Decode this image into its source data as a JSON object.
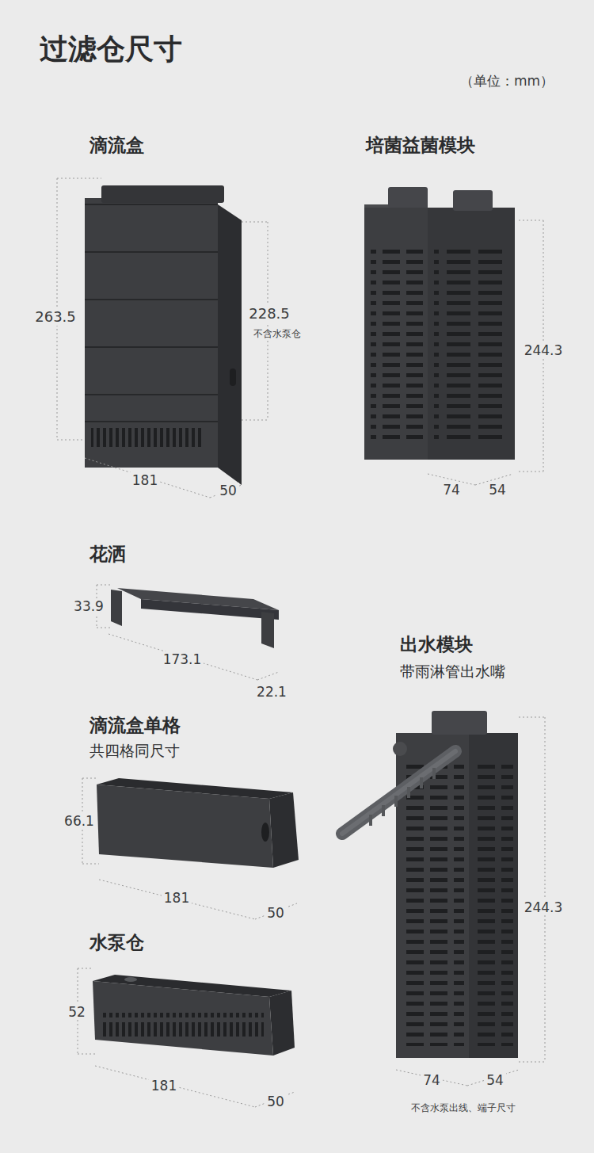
{
  "diagram": {
    "title": "过滤仓尺寸",
    "labels": [
      "（单位：mm）",
      "滴流盒",
      "263.5",
      "228.5",
      "不含水泵仓",
      "181",
      "50",
      "培菌益菌模块",
      "244.3",
      "74",
      "54",
      "花洒",
      "33.9",
      "173.1",
      "22.1",
      "出水模块",
      "带雨淋管出水嘴",
      "滴流盒单格",
      "共四格同尺寸",
      "66.1",
      "181",
      "50",
      "水泵仓",
      "52",
      "181",
      "50",
      "244.3",
      "74",
      "54",
      "不含水泵出线、端子尺寸"
    ]
  }
}
